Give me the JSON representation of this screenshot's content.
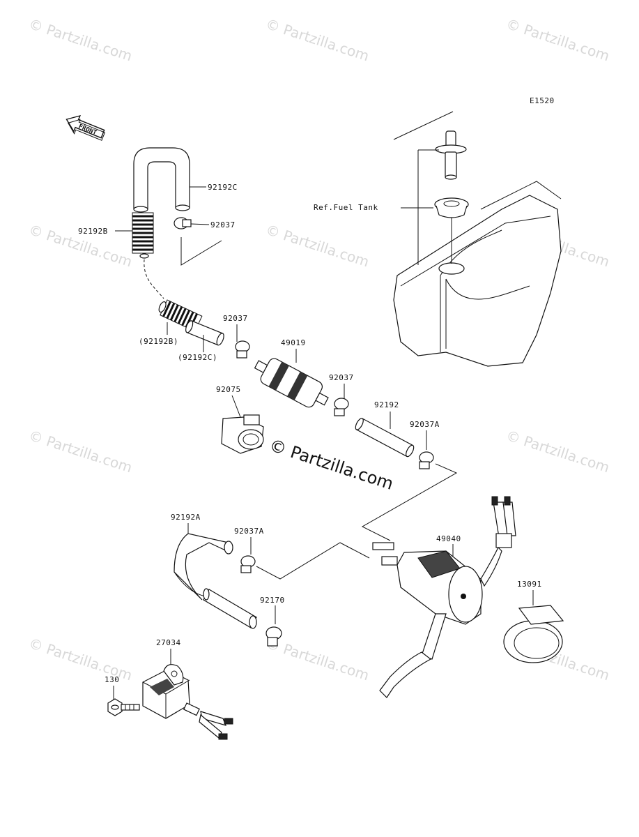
{
  "diagram_code": "E1520",
  "front_label": "FRONT",
  "ref_label": "Ref.Fuel Tank",
  "watermark_small": "© Partzilla.com",
  "watermark_main": "© Partzilla.com",
  "labels": {
    "p92192C": "92192C",
    "p92037_top": "92037",
    "p92192B": "92192B",
    "p92192B_paren": "(92192B)",
    "p92192C_paren": "(92192C)",
    "p92037_mid": "92037",
    "p49019": "49019",
    "p92037_right": "92037",
    "p92075": "92075",
    "p92192": "92192",
    "p92037A_top": "92037A",
    "p92192A": "92192A",
    "p92037A_low": "92037A",
    "p49040": "49040",
    "p13091": "13091",
    "p92170": "92170",
    "p27034": "27034",
    "p130": "130"
  }
}
